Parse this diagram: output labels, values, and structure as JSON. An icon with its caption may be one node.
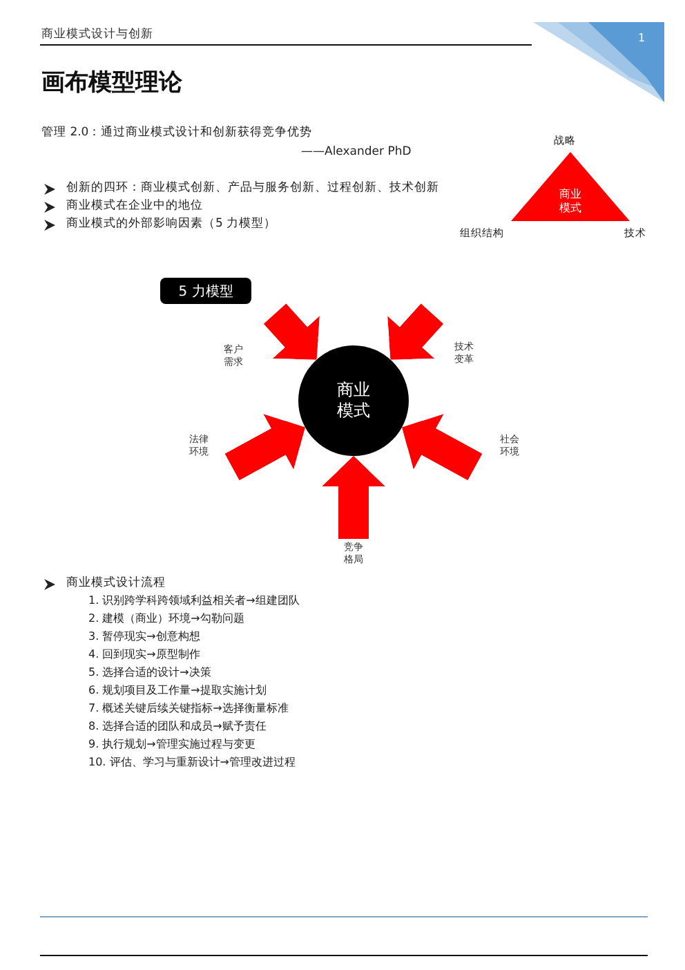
{
  "diagram": {
    "title": "画布模型理论",
    "nodes": [
      {
        "text": [
          "商业模式"
        ],
        "beside": [
          "战略",
          "组织结构",
          "技术"
        ]
      },
      {
        "text": [
          "5 力模型"
        ]
      },
      {
        "text": [
          "商业模式"
        ]
      }
    ],
    "edges": [
      {
        "from": null,
        "to": 2,
        "arrow": "to",
        "label": "客户需求"
      },
      {
        "from": null,
        "to": 2,
        "arrow": "to",
        "label": "技术变革"
      },
      {
        "from": null,
        "to": 2,
        "arrow": "to",
        "label": "法律环境"
      },
      {
        "from": null,
        "to": 2,
        "arrow": "to",
        "label": "社会环境"
      },
      {
        "from": null,
        "to": 2,
        "arrow": "to",
        "label": "竞争格局"
      }
    ],
    "labels": [
      "商业模式设计与创新",
      "1",
      "管理 2.0：通过商业模式设计和创新获得竞争优势",
      "——Alexander PhD",
      "创新的四环：商业模式创新、产品与服务创新、过程创新、技术创新",
      "商业模式在企业中的地位",
      "商业模式的外部影响因素（5 力模型）",
      "商业模式设计流程",
      "1. 识别跨学科跨领域利益相关者→组建团队",
      "2. 建模（商业）环境→勾勒问题",
      "3. 暂停现实→创意构想",
      "4. 回到现实→原型制作",
      "5. 选择合适的设计→决策",
      "6. 规划项目及工作量→提取实施计划",
      "7. 概述关键后续关键指标→选择衡量标准",
      "8. 选择合适的团队和成员→赋予责任",
      "9. 执行规划→管理实施过程与变更",
      "10. 评估、学习与重新设计→管理改进过程"
    ]
  }
}
